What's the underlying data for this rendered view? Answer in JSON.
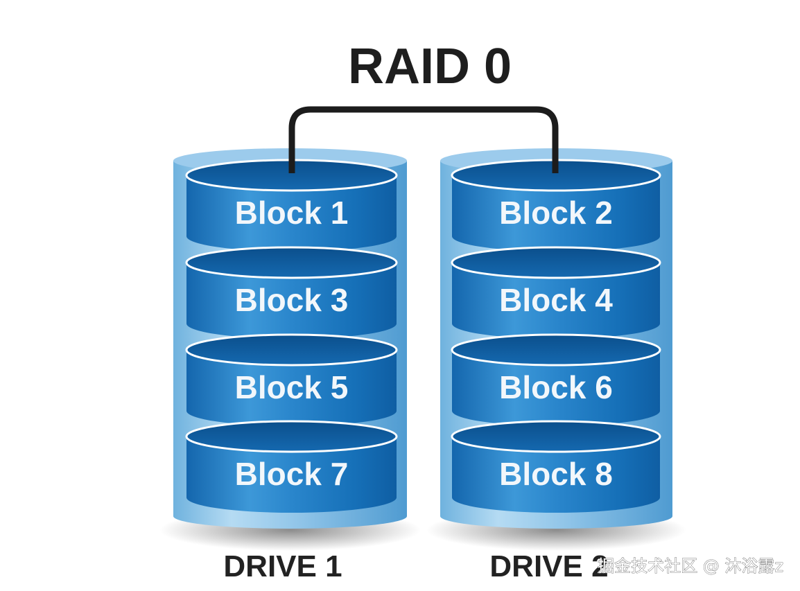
{
  "diagram": {
    "title": "RAID 0",
    "colors": {
      "outer_light": "#a9d2ee",
      "outer_mid": "#5ba6d8",
      "disk_dark": "#0d5c9e",
      "disk_mid": "#1a78c2",
      "disk_light": "#5fb0e6",
      "rim": "#ffffff",
      "bracket": "#1c1c1c",
      "text_dark": "#222222"
    },
    "drives": [
      {
        "label": "DRIVE 1",
        "blocks": [
          "Block 1",
          "Block 3",
          "Block 5",
          "Block 7"
        ]
      },
      {
        "label": "DRIVE 2",
        "blocks": [
          "Block 2",
          "Block 4",
          "Block 6",
          "Block 8"
        ]
      }
    ],
    "connector": "stripe-bracket",
    "watermark": "掘金技术社区 @ 沐浴露z"
  }
}
